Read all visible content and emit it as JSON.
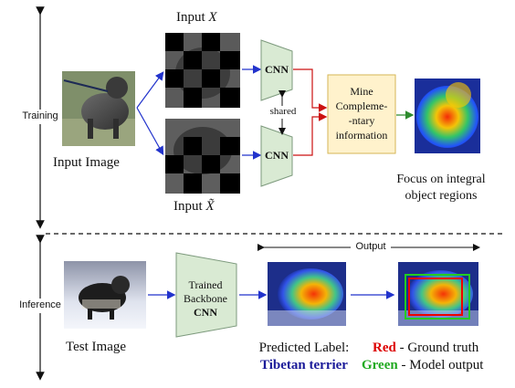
{
  "training": {
    "stage_label": "Training",
    "input_image_label": "Input Image",
    "input_x_prefix": "Input ",
    "input_x_symbol": "X",
    "input_xtilde_prefix": "Input ",
    "input_xtilde_symbol": "X̃",
    "cnn_label": "CNN",
    "shared_label": "shared",
    "mine_box_lines": [
      "Mine",
      "Compleme-",
      "-ntary",
      "information"
    ],
    "focus_lines": [
      "Focus on integral",
      "object regions"
    ]
  },
  "inference": {
    "stage_label": "Inference",
    "test_image_label": "Test Image",
    "backbone_lines": [
      "Trained",
      "Backbone",
      "CNN"
    ],
    "output_label": "Output",
    "predicted_label_title": "Predicted Label:",
    "predicted_label_value": "Tibetan terrier",
    "legend_red_word": "Red",
    "legend_red_rest": " - Ground truth",
    "legend_green_word": "Green",
    "legend_green_rest": " - Model output"
  },
  "colors": {
    "trapezoid_fill": "#d9ead3",
    "trapezoid_stroke": "#7d9a7d",
    "mine_box_fill": "#fff2cc",
    "mine_box_stroke": "#d6b656",
    "arrow_blue": "#2233cc",
    "arrow_red": "#cc1111",
    "arrow_green": "#2e8b2e",
    "predicted_value": "#1a1a99",
    "legend_red": "#dd0000",
    "legend_green": "#22aa22"
  }
}
